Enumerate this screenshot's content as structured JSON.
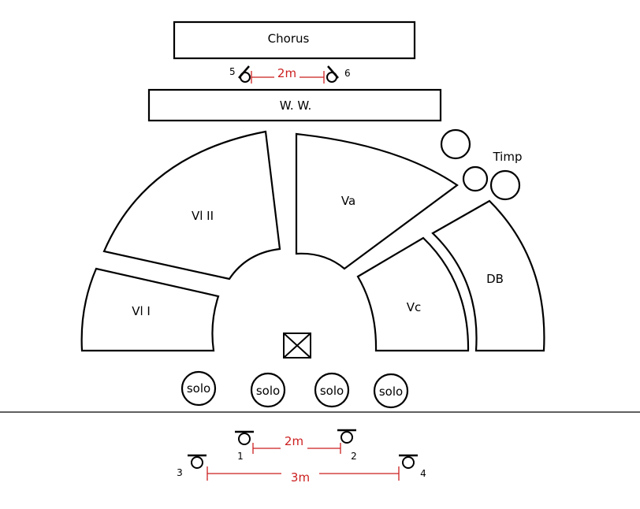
{
  "sections": {
    "chorus": "Chorus",
    "woodwinds": "W. W.",
    "violin2": "Vl II",
    "viola": "Va",
    "violin1": "Vl I",
    "cello": "Vc",
    "bass": "DB",
    "timpani": "Timp"
  },
  "soloists": [
    "solo",
    "solo",
    "solo",
    "solo"
  ],
  "mics": [
    "1",
    "2",
    "3",
    "4",
    "5",
    "6"
  ],
  "distances": {
    "upper_pair": "2m",
    "lower_inner": "2m",
    "lower_outer": "3m"
  }
}
